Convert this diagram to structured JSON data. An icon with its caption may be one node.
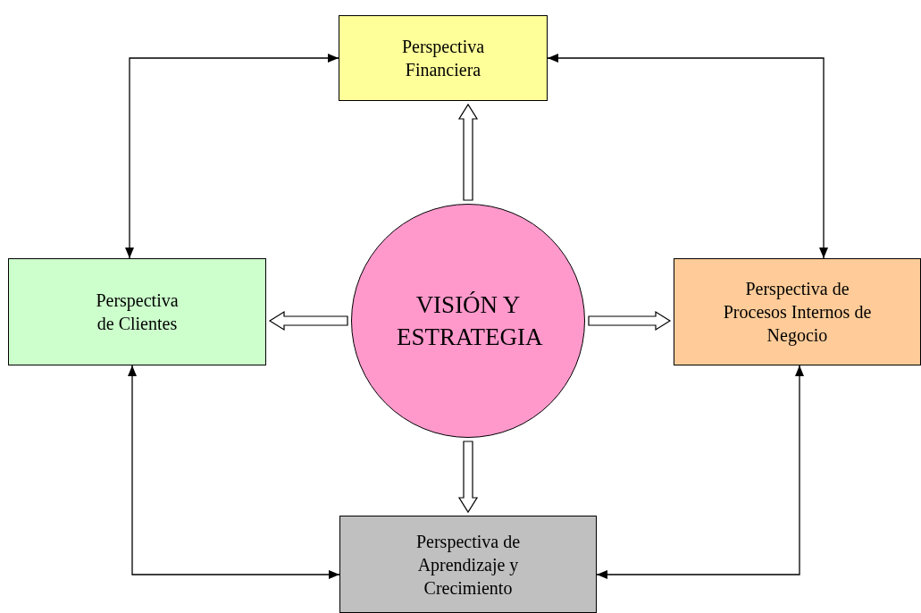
{
  "diagram": {
    "nodes": [
      {
        "text": [
          "Perspectiva Financiera"
        ]
      },
      {
        "text": [
          "Perspectiva de Clientes"
        ]
      },
      {
        "text": [
          "VISIÓN Y ESTRATEGIA"
        ]
      },
      {
        "text": [
          "Perspectiva de Procesos Internos de Negocio"
        ]
      },
      {
        "text": [
          "Perspectiva de Aprendizaje y Crecimiento"
        ]
      }
    ],
    "edges": [
      {
        "from": 0,
        "to": 1,
        "arrow": "both"
      },
      {
        "from": 0,
        "to": 3,
        "arrow": "both"
      },
      {
        "from": 1,
        "to": 4,
        "arrow": "both"
      },
      {
        "from": 3,
        "to": 4,
        "arrow": "both"
      },
      {
        "from": 2,
        "to": 0,
        "arrow": "to",
        "style": "thick"
      },
      {
        "from": 2,
        "to": 1,
        "arrow": "to",
        "style": "thick"
      },
      {
        "from": 2,
        "to": 3,
        "arrow": "to",
        "style": "thick"
      },
      {
        "from": 2,
        "to": 4,
        "arrow": "to",
        "style": "thick"
      }
    ]
  }
}
